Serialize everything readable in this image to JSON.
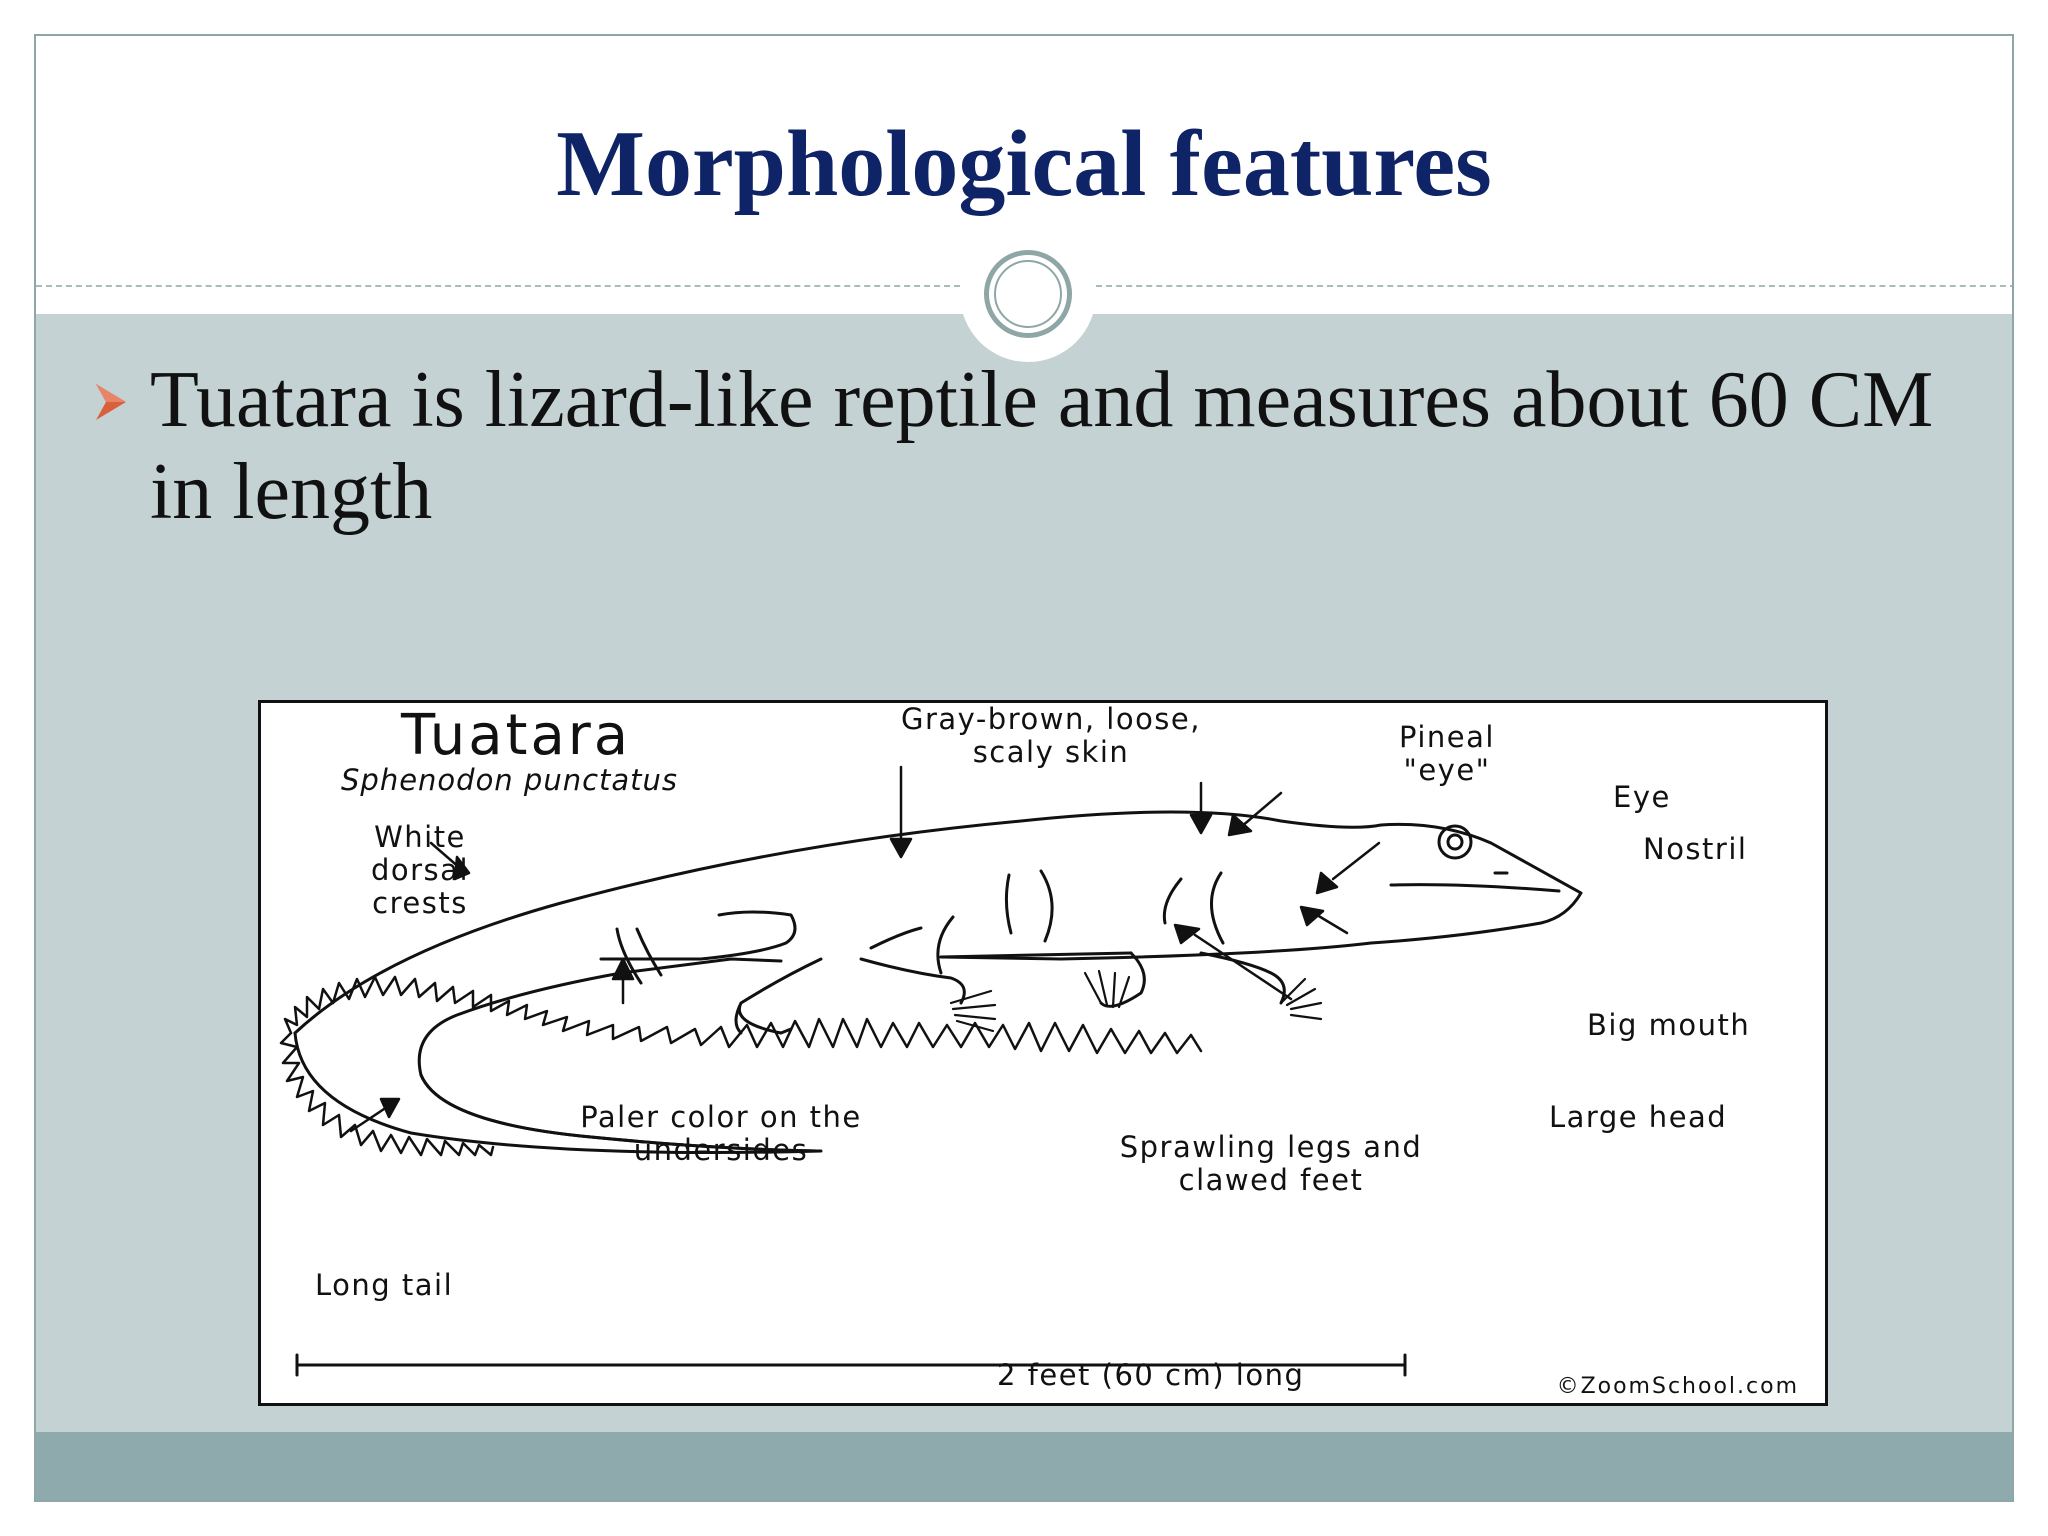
{
  "slide": {
    "title": "Morphological features",
    "bullet_text": "Tuatara is lizard-like reptile and measures about 60 CM in length",
    "colors": {
      "title": "#0f2466",
      "body_background": "#c4d2d4",
      "footer_band": "#8eaaac",
      "bullet_arrow": "#d9603a"
    },
    "bullet_icon": "arrow-bullet-icon"
  },
  "figure": {
    "title": "Tuatara",
    "scientific_name": "Sphenodon punctatus",
    "labels": {
      "skin_line1": "Gray-brown, loose,",
      "skin_line2": "scaly skin",
      "pineal_line1": "Pineal",
      "pineal_line2": "\"eye\"",
      "eye": "Eye",
      "nostril": "Nostril",
      "crests_line1": "White",
      "crests_line2": "dorsal",
      "crests_line3": "crests",
      "big_mouth": "Big mouth",
      "large_head": "Large head",
      "underside_line1": "Paler color on the",
      "underside_line2": "undersides",
      "legs_line1": "Sprawling legs and",
      "legs_line2": "clawed feet",
      "long_tail": "Long tail",
      "scale": "2 feet (60 cm) long",
      "credit": "©ZoomSchool.com"
    }
  }
}
